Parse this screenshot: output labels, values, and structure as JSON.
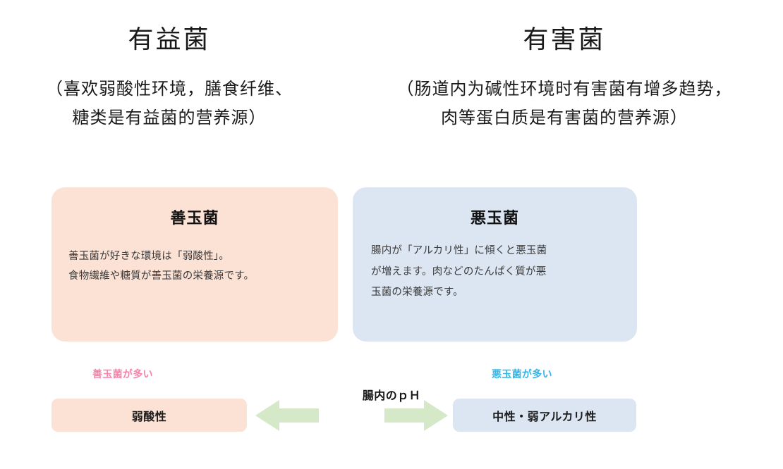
{
  "columns": {
    "left": {
      "title": "有益菌",
      "subtitle": "（喜欢弱酸性环境，膳食纤维、\n糖类是有益菌的营养源）"
    },
    "right": {
      "title": "有害菌",
      "subtitle": "（肠道内为碱性环境时有害菌有增多趋势，\n肉等蛋白质是有害菌的营养源）"
    }
  },
  "cards": {
    "good": {
      "title": "善玉菌",
      "body": "善玉菌が好きな環境は「弱酸性」。\n食物繊維や糖質が善玉菌の栄養源です。",
      "bg": "#fbe2d5"
    },
    "bad": {
      "title": "悪玉菌",
      "body": "腸内が「アルカリ性」に傾くと悪玉菌\nが増えます。肉などのたんぱく質が悪\n玉菌の栄養源です。",
      "bg": "#dce6f2"
    }
  },
  "ph_scale": {
    "center_label": "腸内のｐＨ",
    "good_tag": "善玉菌が多い",
    "good_tag_color": "#f982ad",
    "bad_tag": "悪玉菌が多い",
    "bad_tag_color": "#35b6e8",
    "left_bar_label": "弱酸性",
    "right_bar_label": "中性・弱アルカリ性",
    "arrow_color": "#d5e8c8"
  }
}
